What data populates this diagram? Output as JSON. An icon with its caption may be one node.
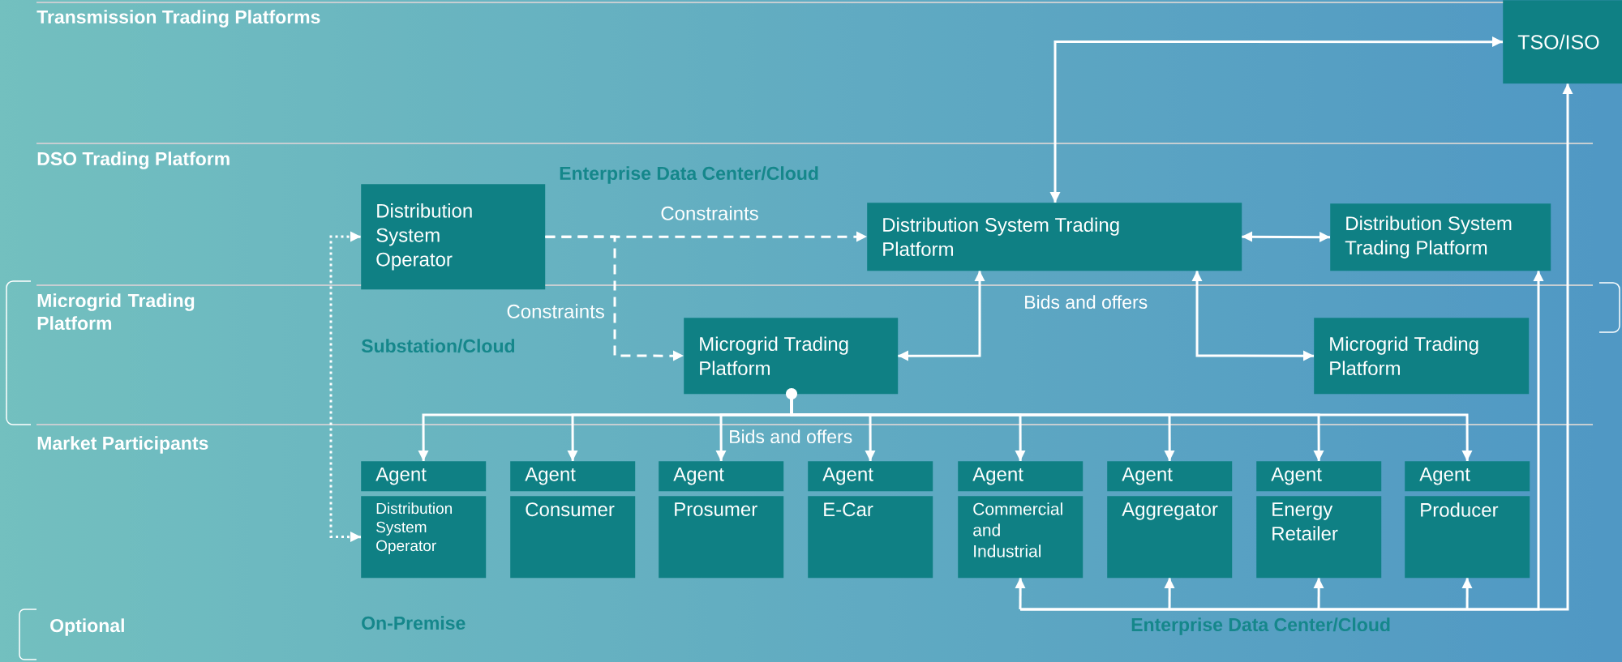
{
  "diagram": {
    "nodes": [
      {
        "text": [
          "TSO/ISO"
        ]
      },
      {
        "text": [
          "Distribution System Operator"
        ]
      },
      {
        "text": [
          "Distribution System Trading Platform"
        ]
      },
      {
        "text": [
          "Distribution System Trading Platform"
        ]
      },
      {
        "text": [
          "Microgrid Trading Platform"
        ]
      },
      {
        "text": [
          "Microgrid Trading Platform"
        ]
      },
      {
        "text": [
          "Agent"
        ]
      },
      {
        "text": [
          "Agent"
        ]
      },
      {
        "text": [
          "Agent"
        ]
      },
      {
        "text": [
          "Agent"
        ]
      },
      {
        "text": [
          "Agent"
        ]
      },
      {
        "text": [
          "Agent"
        ]
      },
      {
        "text": [
          "Agent"
        ]
      },
      {
        "text": [
          "Agent"
        ]
      },
      {
        "text": [
          "Distribution System Operator"
        ]
      },
      {
        "text": [
          "Consumer"
        ]
      },
      {
        "text": [
          "Prosumer"
        ]
      },
      {
        "text": [
          "E-Car"
        ]
      },
      {
        "text": [
          "Commercial and Industrial"
        ]
      },
      {
        "text": [
          "Aggregator"
        ]
      },
      {
        "text": [
          "Energy Retailer"
        ]
      },
      {
        "text": [
          "Producer"
        ]
      }
    ],
    "edges": [
      {
        "from": 2,
        "to": 0,
        "arrow": "both"
      },
      {
        "from": 1,
        "to": 2,
        "arrow": "to",
        "style": "dashed",
        "label": "Constraints"
      },
      {
        "from": 1,
        "to": 4,
        "arrow": "to",
        "style": "dashed",
        "label": "Constraints"
      },
      {
        "from": 14,
        "to": 1,
        "arrow": "both",
        "style": "dashed"
      },
      {
        "from": 2,
        "to": 3,
        "arrow": "both"
      },
      {
        "from": 4,
        "to": 2,
        "arrow": "both"
      },
      {
        "from": 2,
        "to": 5,
        "arrow": "both"
      },
      {
        "from": 4,
        "to": 6,
        "arrow": "to"
      },
      {
        "from": 4,
        "to": 7,
        "arrow": "to"
      },
      {
        "from": 4,
        "to": 8,
        "arrow": "to"
      },
      {
        "from": 4,
        "to": 9,
        "arrow": "to"
      },
      {
        "from": 4,
        "to": 10,
        "arrow": "to"
      },
      {
        "from": 4,
        "to": 11,
        "arrow": "to"
      },
      {
        "from": 4,
        "to": 12,
        "arrow": "to"
      },
      {
        "from": 4,
        "to": 13,
        "arrow": "to"
      },
      {
        "from": 18,
        "to": 3,
        "arrow": "both"
      },
      {
        "from": 19,
        "to": 3,
        "arrow": "both"
      },
      {
        "from": 20,
        "to": 3,
        "arrow": "both"
      },
      {
        "from": 21,
        "to": 3,
        "arrow": "both"
      },
      {
        "from": 18,
        "to": 0,
        "arrow": "both"
      },
      {
        "from": 19,
        "to": 0,
        "arrow": "both"
      },
      {
        "from": 20,
        "to": 0,
        "arrow": "both"
      },
      {
        "from": 21,
        "to": 0,
        "arrow": "both"
      }
    ],
    "labels": [
      "Transmission Trading Platforms",
      "DSO Trading Platform",
      "Enterprise Data Center/Cloud",
      "Microgrid Trading Platform",
      "Bids and offers",
      "Substation/Cloud",
      "Market Participants",
      "Bids and offers",
      "On-Premise",
      "Enterprise Data Center/Cloud"
    ],
    "legend": [
      {
        "text": "Optional"
      }
    ]
  }
}
